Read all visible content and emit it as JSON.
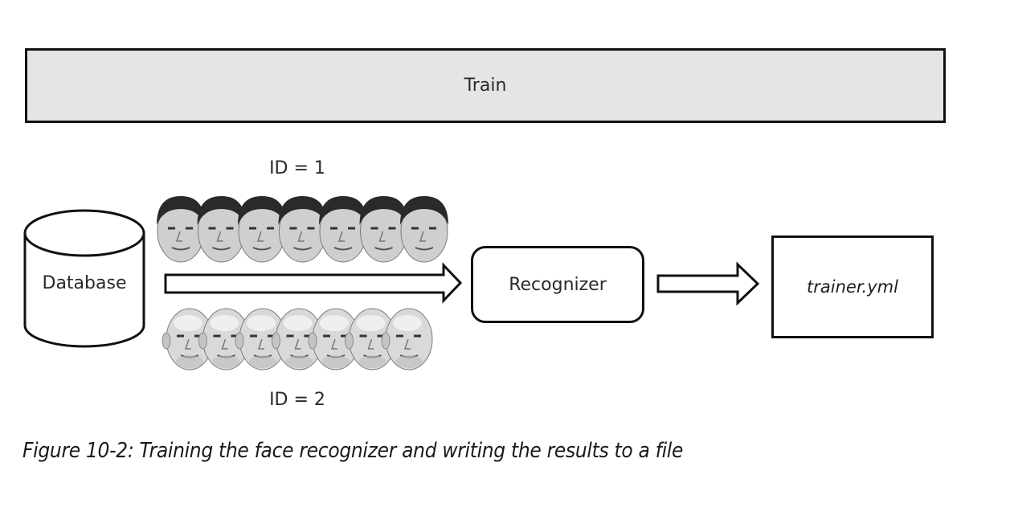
{
  "figure": {
    "train_label": "Train",
    "database_label": "Database",
    "recognizer_label": "Recognizer",
    "output_file_label": "trainer.yml",
    "groups": [
      {
        "label": "ID = 1",
        "face_count": 7,
        "face_description": "dark-haired man"
      },
      {
        "label": "ID = 2",
        "face_count": 7,
        "face_description": "bald man"
      }
    ],
    "caption": "Figure 10-2: Training the face recognizer and writing the results to a file"
  }
}
